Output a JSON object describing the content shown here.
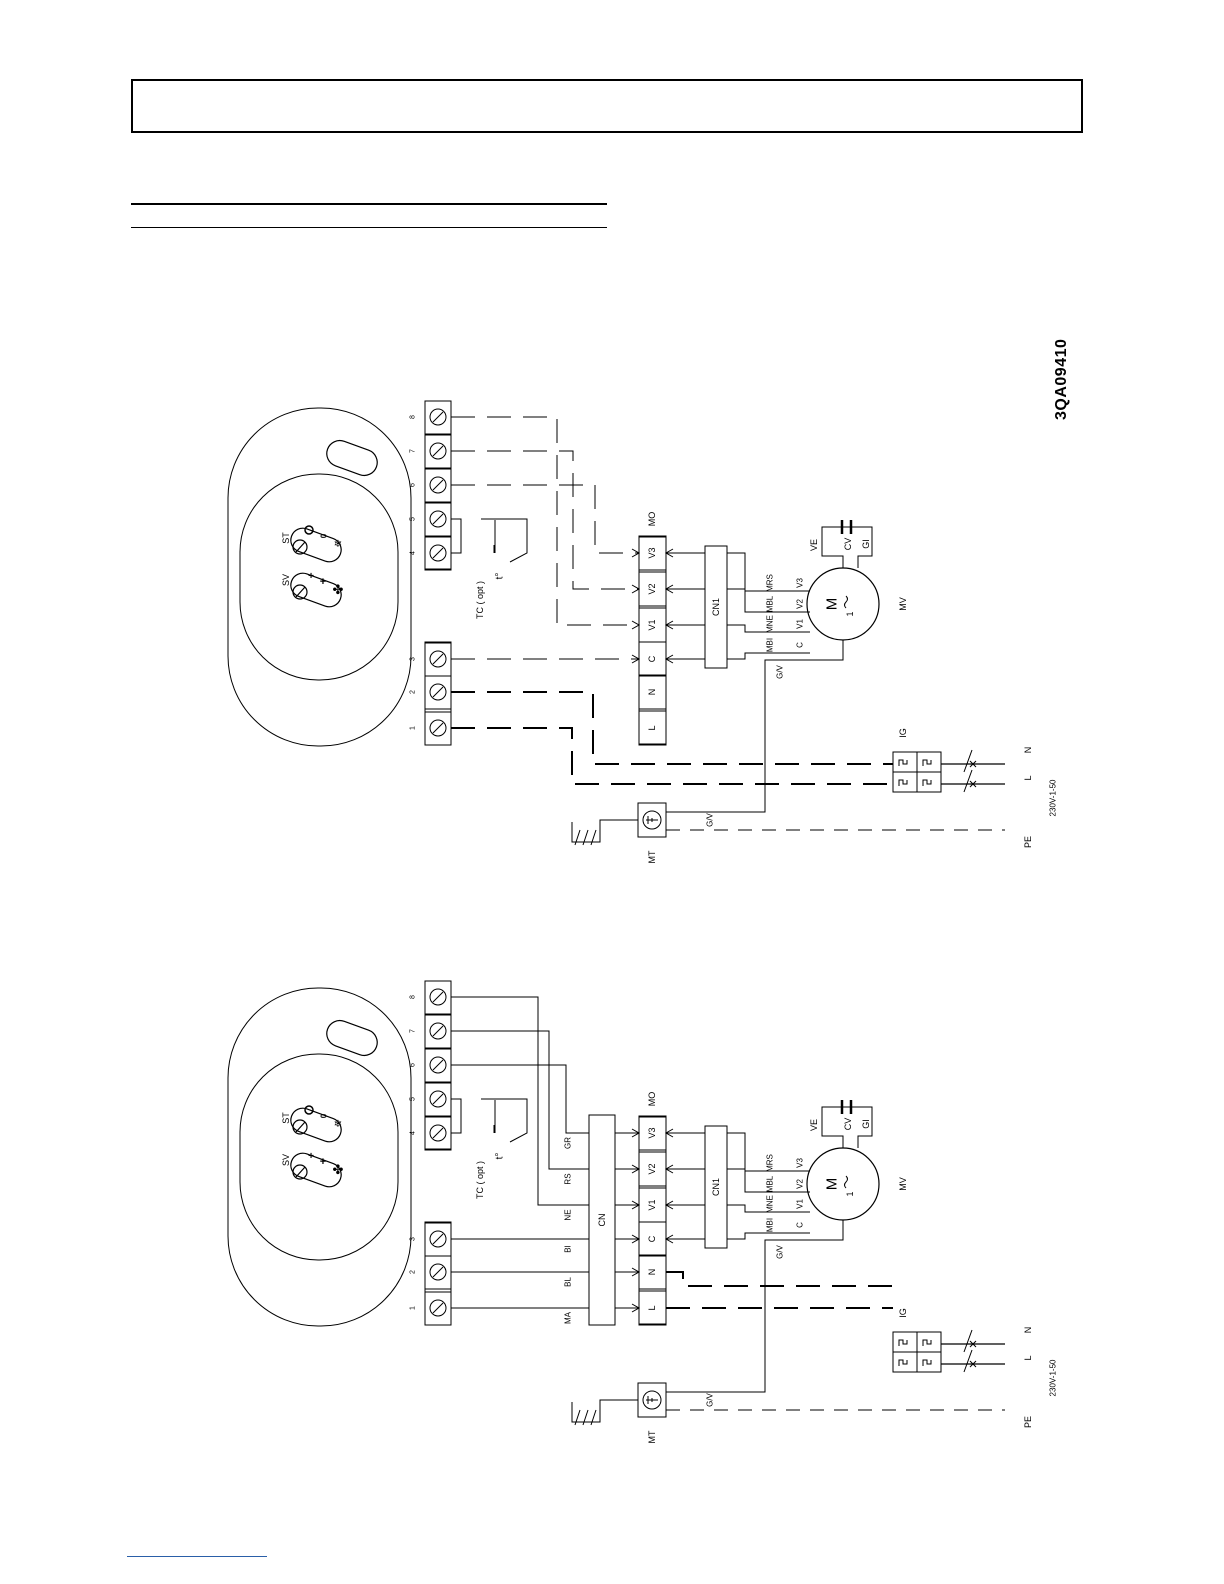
{
  "doc_code": "3QA09410",
  "labels": {
    "sv": "SV",
    "st": "ST",
    "zero": "0",
    "tc": "TC ( opt )",
    "t_deg": "t°",
    "mo": "MO",
    "cn1": "CN1",
    "cn": "CN",
    "mv": "MV",
    "m": "M",
    "one": "1",
    "ve": "VE",
    "cv": "CV",
    "gi": "GI",
    "gv": "G/V",
    "ig": "IG",
    "mt": "MT",
    "pe": "PE",
    "l": "L",
    "n": "N",
    "supply": "230V-1-50"
  },
  "terminals": [
    "1",
    "2",
    "3",
    "4",
    "5",
    "6",
    "7",
    "8"
  ],
  "mo_terminals": [
    "L",
    "N",
    "C",
    "V1",
    "V2",
    "V3"
  ],
  "motor_wires": [
    {
      "code": "C",
      "color": "MBI"
    },
    {
      "code": "V1",
      "color": "MNE"
    },
    {
      "code": "V2",
      "color": "MBL"
    },
    {
      "code": "V3",
      "color": "MRS"
    }
  ],
  "cn_wires": [
    "MA",
    "BL",
    "BI",
    "NE",
    "RS",
    "GR"
  ]
}
